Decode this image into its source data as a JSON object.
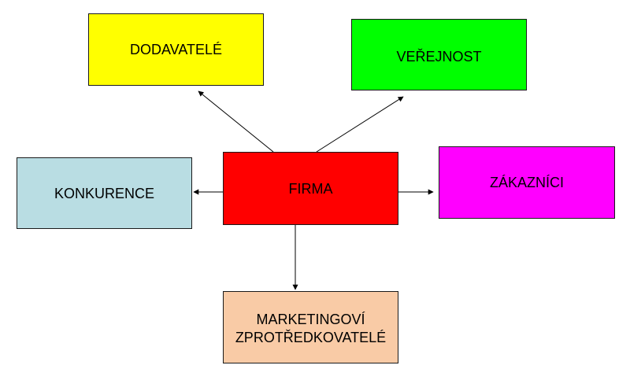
{
  "nodes": {
    "dodavatele": {
      "label": "DODAVATELÉ",
      "color": "#ffff00"
    },
    "verejnost": {
      "label": "VEŘEJNOST",
      "color": "#00ff00"
    },
    "konkurence": {
      "label": "KONKURENCE",
      "color": "#b9dde3"
    },
    "firma": {
      "label": "FIRMA",
      "color": "#ff0000"
    },
    "zakaznici": {
      "label": "ZÁKAZNÍCI",
      "color": "#ff00ff"
    },
    "zprostredkovatele": {
      "line1": "MARKETINGOVÍ",
      "line2": "ZPROTŘEDKOVATELÉ",
      "color": "#f9cba6"
    }
  },
  "edges": [
    {
      "from": "firma",
      "to": "dodavatele"
    },
    {
      "from": "firma",
      "to": "verejnost"
    },
    {
      "from": "firma",
      "to": "konkurence"
    },
    {
      "from": "firma",
      "to": "zakaznici"
    },
    {
      "from": "firma",
      "to": "zprostredkovatele"
    }
  ]
}
